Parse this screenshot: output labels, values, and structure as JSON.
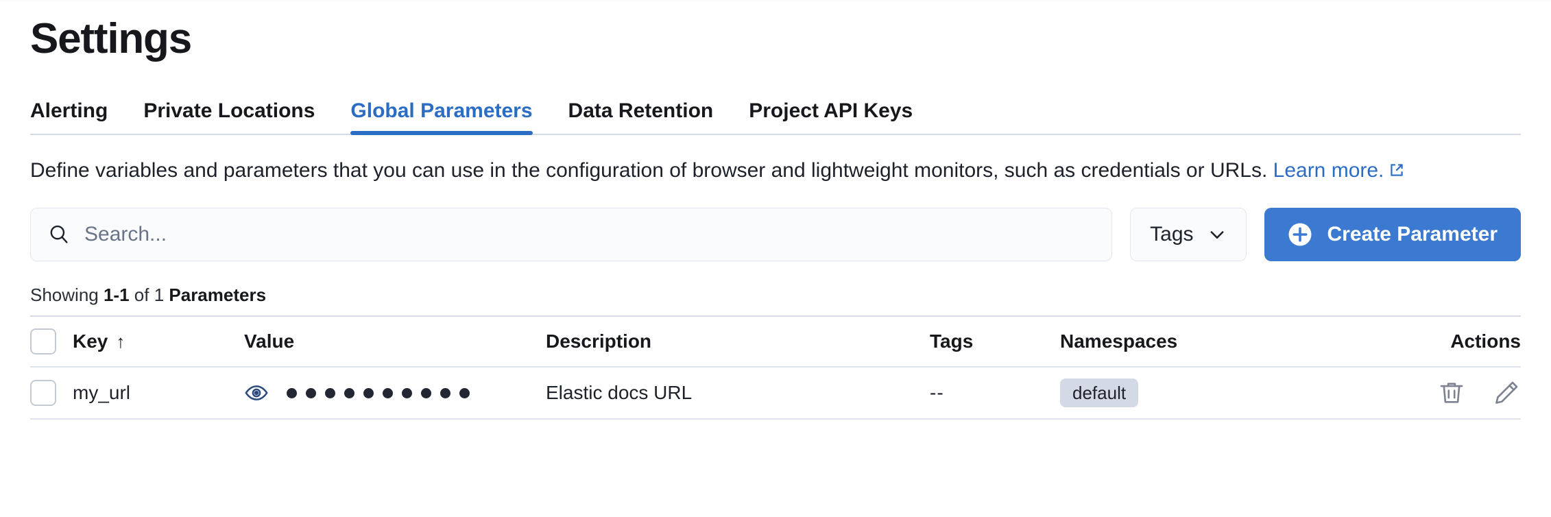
{
  "page": {
    "title": "Settings"
  },
  "tabs": [
    {
      "label": "Alerting",
      "active": false
    },
    {
      "label": "Private Locations",
      "active": false
    },
    {
      "label": "Global Parameters",
      "active": true
    },
    {
      "label": "Data Retention",
      "active": false
    },
    {
      "label": "Project API Keys",
      "active": false
    }
  ],
  "description": {
    "text": "Define variables and parameters that you can use in the configuration of browser and lightweight monitors, such as credentials or URLs.",
    "link_label": "Learn more.",
    "link_icon": "external-link-icon"
  },
  "controls": {
    "search": {
      "icon": "search-icon",
      "placeholder": "Search...",
      "value": ""
    },
    "tags_filter": {
      "label": "Tags",
      "icon": "chevron-down-icon"
    },
    "create_button": {
      "label": "Create Parameter",
      "icon": "plus-circle-icon"
    }
  },
  "results_summary": {
    "prefix": "Showing",
    "range": "1-1",
    "middle": "of 1",
    "entity": "Parameters"
  },
  "table": {
    "columns": [
      {
        "key": "select",
        "label": "",
        "sortable": false
      },
      {
        "key": "key",
        "label": "Key",
        "sortable": true,
        "sort_direction": "asc",
        "sort_glyph": "↑"
      },
      {
        "key": "value",
        "label": "Value",
        "sortable": false
      },
      {
        "key": "description",
        "label": "Description",
        "sortable": false
      },
      {
        "key": "tags",
        "label": "Tags",
        "sortable": false
      },
      {
        "key": "namespaces",
        "label": "Namespaces",
        "sortable": false
      },
      {
        "key": "actions",
        "label": "Actions",
        "sortable": false
      }
    ],
    "rows": [
      {
        "selected": false,
        "key": "my_url",
        "value_masked": true,
        "value_mask_dots": 10,
        "value_toggle_icon": "eye-icon",
        "description": "Elastic docs URL",
        "tags": "--",
        "namespaces": [
          "default"
        ],
        "actions": [
          {
            "name": "delete-icon",
            "label": "Delete"
          },
          {
            "name": "edit-icon",
            "label": "Edit"
          }
        ]
      }
    ]
  },
  "colors": {
    "accent_blue": "#2b6cc4",
    "button_blue": "#3b7ad0",
    "badge_bg": "#d3dae6",
    "text_primary": "#1d2129",
    "border": "#d6dae4"
  }
}
